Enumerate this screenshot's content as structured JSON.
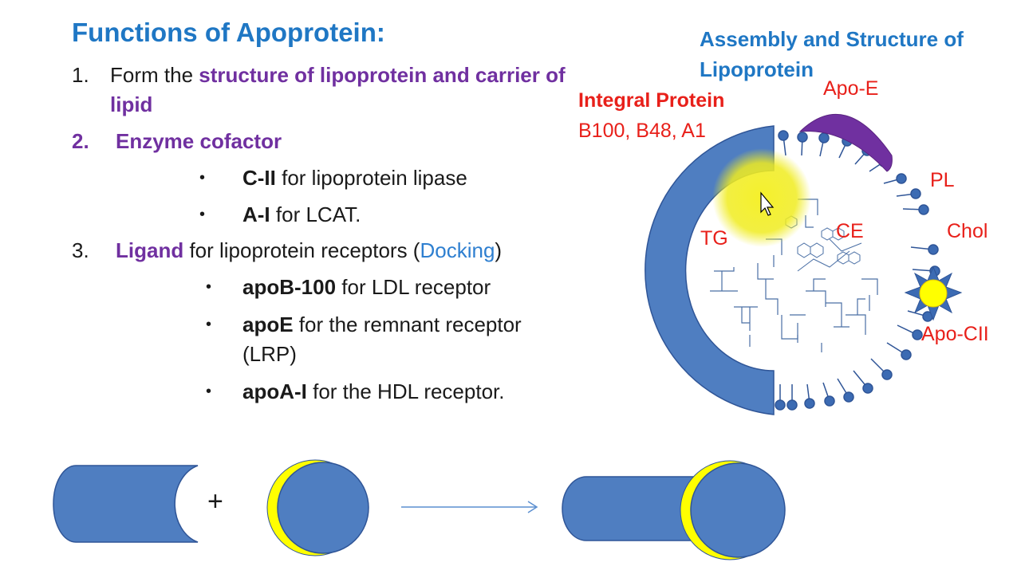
{
  "slide": {
    "title": "Functions of Apoprotein:",
    "items": [
      {
        "number": "1.",
        "text_plain": "Form the ",
        "text_highlight": "structure of lipoprotein and carrier of",
        "text_highlight_2": "lipid"
      },
      {
        "number": "2.",
        "text_highlight": "Enzyme cofactor",
        "bullets": [
          {
            "bold": "C-II",
            "rest": " for lipoprotein lipase"
          },
          {
            "bold": "A-I",
            "rest": " for  LCAT."
          }
        ]
      },
      {
        "number": "3.",
        "text_highlight": "Ligand",
        "text_plain": " for lipoprotein receptors  (",
        "text_link": "Docking",
        "text_close": ")",
        "bullets": [
          {
            "bold": "apoB-100",
            "rest": " for LDL receptor"
          },
          {
            "bold": "apoE",
            "rest": " for the remnant receptor",
            "rest_line2": "(LRP)"
          },
          {
            "bold": "apoA-I",
            "rest": " for the HDL receptor."
          }
        ]
      }
    ],
    "bullet_symbol": "•"
  },
  "diagram": {
    "title": "Assembly and Structure of Lipoprotein",
    "integral_protein": "Integral Protein",
    "integral_examples": "B100, B48, A1",
    "labels": {
      "apo_e": "Apo-E",
      "pl": "PL",
      "chol": "Chol",
      "tg": "TG",
      "ce": "CE",
      "apo_cii": "Apo-CII"
    }
  },
  "assembly": {
    "plus": "+"
  },
  "colors": {
    "title_blue": "#1f77c4",
    "highlight_purple": "#7030a0",
    "protein_blue": "#4f7ec1",
    "protein_stroke": "#2f5597",
    "label_red": "#e8201a",
    "apo_e_purple": "#7030a0",
    "apo_cii_yellow": "#ffff00",
    "cursor_highlight": "#f0ec20"
  }
}
